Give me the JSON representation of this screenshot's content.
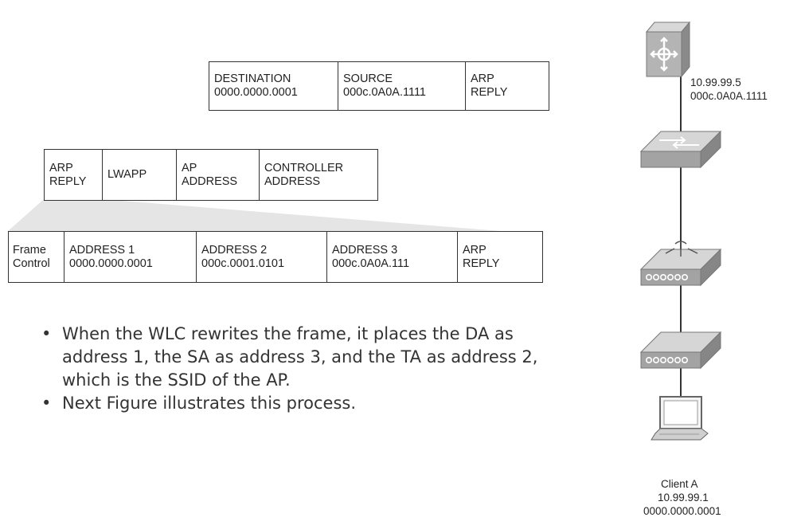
{
  "ethernet_frame": {
    "cells": [
      {
        "l1": "DESTINATION",
        "l2": "0000.0000.0001"
      },
      {
        "l1": "SOURCE",
        "l2": "000c.0A0A.1111"
      },
      {
        "l1": "ARP",
        "l2": "REPLY"
      }
    ]
  },
  "lwapp_frame": {
    "cells": [
      {
        "l1": "ARP",
        "l2": "REPLY"
      },
      {
        "l1": "LWAPP",
        "l2": ""
      },
      {
        "l1": "AP",
        "l2": "ADDRESS"
      },
      {
        "l1": "CONTROLLER",
        "l2": "ADDRESS"
      }
    ]
  },
  "wireless_frame": {
    "cells": [
      {
        "l1": "Frame",
        "l2": "Control"
      },
      {
        "l1": "ADDRESS 1",
        "l2": "0000.0000.0001"
      },
      {
        "l1": "ADDRESS 2",
        "l2": "000c.0001.0101"
      },
      {
        "l1": "ADDRESS 3",
        "l2": "000c.0A0A.111"
      },
      {
        "l1": "ARP",
        "l2": "REPLY"
      }
    ]
  },
  "bullets": [
    "When the WLC rewrites the frame, it places the DA as address 1, the SA as address 3, and the TA as address 2, which is the SSID of the AP.",
    "Next Figure illustrates this process."
  ],
  "network": {
    "router_ip": "10.99.99.5",
    "router_mac": "000c.0A0A.1111",
    "client_name": "Client A",
    "client_ip": "10.99.99.1",
    "client_mac": "0000.0000.0001",
    "devices": [
      "router-icon",
      "switch-icon",
      "access-point-icon",
      "access-point-icon",
      "laptop-icon"
    ]
  }
}
